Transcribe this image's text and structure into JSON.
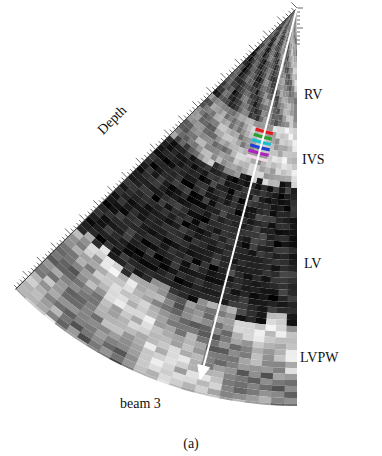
{
  "diagram": {
    "caption": "(a)",
    "labels": [
      "Depth",
      "RV",
      "IVS",
      "LV",
      "LVPW",
      "beam 3"
    ]
  }
}
